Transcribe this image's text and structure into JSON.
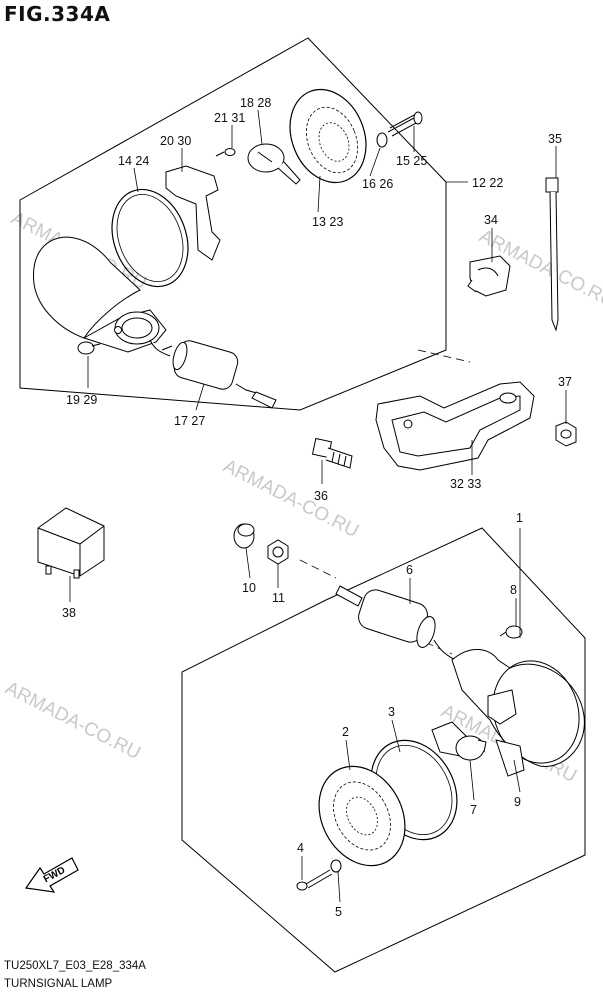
{
  "figure": {
    "title": "FIG.334A",
    "code": "TU250XL7_E03_E28_334A",
    "name": "TURNSIGNAL LAMP"
  },
  "watermark": "ARMADA-CO.RU",
  "fwd_label": "FWD",
  "callouts": {
    "c1": "1",
    "c2": "2",
    "c3": "3",
    "c4": "4",
    "c5": "5",
    "c6": "6",
    "c7": "7",
    "c8": "8",
    "c9": "9",
    "c10": "10",
    "c11": "11",
    "c12_22": "12 22",
    "c13_23": "13 23",
    "c14_24": "14 24",
    "c15_25": "15 25",
    "c16_26": "16 26",
    "c17_27": "17 27",
    "c18_28": "18 28",
    "c19_29": "19 29",
    "c20_30": "20 30",
    "c21_31": "21 31",
    "c32_33": "32 33",
    "c34": "34",
    "c35": "35",
    "c36": "36",
    "c37": "37",
    "c38": "38"
  }
}
